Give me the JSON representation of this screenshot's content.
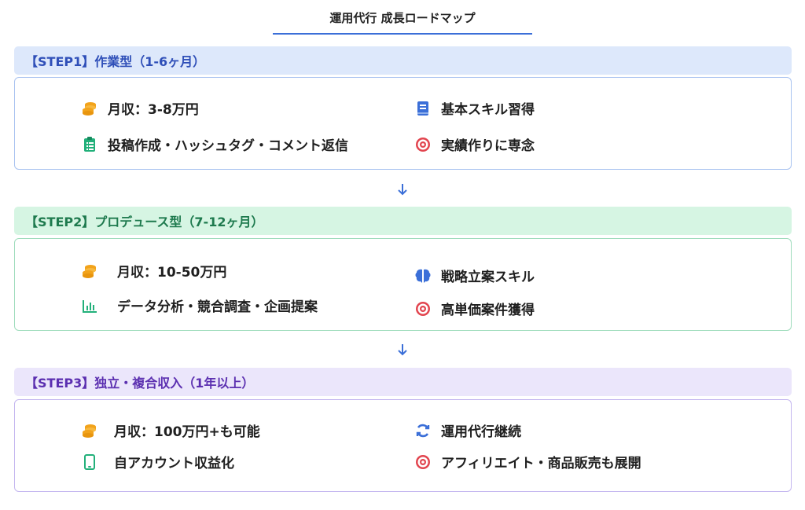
{
  "title": "運用代行 成長ロードマップ",
  "colors": {
    "accent_blue": "#3b6fd8",
    "step1_header_bg": "#dde8fb",
    "step1_text": "#2f4fb8",
    "step1_border": "#a9c3f0",
    "step2_header_bg": "#d6f5e3",
    "step2_text": "#1e7a4e",
    "step2_border": "#9fdcbc",
    "step3_header_bg": "#ebe6fb",
    "step3_text": "#5b2fb0",
    "step3_border": "#c4b6ef",
    "coin": "#f2a31b",
    "target": "#e2454f",
    "green": "#22b07a"
  },
  "steps": [
    {
      "header": "【STEP1】作業型（1-6ヶ月）",
      "items": [
        {
          "icon": "coins-icon",
          "text": "月収：3-8万円"
        },
        {
          "icon": "book-icon",
          "text": "基本スキル習得"
        },
        {
          "icon": "clipboard-icon",
          "text": "投稿作成・ハッシュタグ・コメント返信"
        },
        {
          "icon": "target-icon",
          "text": "実績作りに専念"
        }
      ]
    },
    {
      "header": "【STEP2】プロデュース型（7-12ヶ月）",
      "items": [
        {
          "icon": "coins-icon",
          "text": "月収：10-50万円"
        },
        {
          "icon": "brain-icon",
          "text": "戦略立案スキル"
        },
        {
          "icon": "bar-chart-icon",
          "text": "データ分析・競合調査・企画提案"
        },
        {
          "icon": "target-icon",
          "text": "高単価案件獲得"
        }
      ]
    },
    {
      "header": "【STEP3】独立・複合収入（1年以上）",
      "items": [
        {
          "icon": "coins-icon",
          "text": "月収：100万円+も可能"
        },
        {
          "icon": "sync-icon",
          "text": "運用代行継続"
        },
        {
          "icon": "smartphone-icon",
          "text": "自アカウント収益化"
        },
        {
          "icon": "target-icon",
          "text": "アフィリエイト・商品販売も展開"
        }
      ]
    }
  ]
}
